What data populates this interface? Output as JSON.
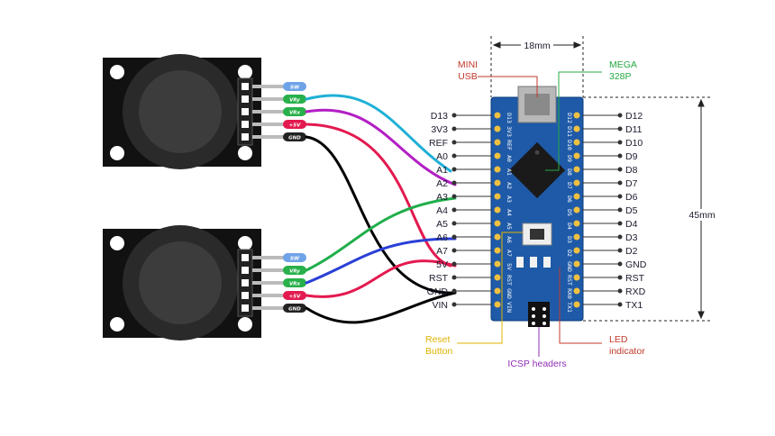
{
  "dimensions": {
    "width": "18mm",
    "height": "45mm"
  },
  "callouts": {
    "mini_usb": [
      "MINI",
      "USB"
    ],
    "mega": [
      "MEGA",
      "328P"
    ],
    "reset": [
      "Reset",
      "Button"
    ],
    "icsp": "ICSP headers",
    "led": [
      "LED",
      "indicator"
    ]
  },
  "left_pins": [
    "D13",
    "3V3",
    "REF",
    "A0",
    "A1",
    "A2",
    "A3",
    "A4",
    "A5",
    "A6",
    "A7",
    "5V",
    "RST",
    "GND",
    "VIN"
  ],
  "right_pins": [
    "D12",
    "D11",
    "D10",
    "D9",
    "D8",
    "D7",
    "D6",
    "D5",
    "D4",
    "D3",
    "D2",
    "GND",
    "RST",
    "RXD",
    "TX1"
  ],
  "joystick_pins": [
    "SW",
    "VRy",
    "VRx",
    "+5V",
    "GND"
  ],
  "board_silk": {
    "left": [
      "D13",
      "3V3",
      "REF",
      "A0",
      "A1",
      "A2",
      "A3",
      "A4",
      "A5",
      "A6",
      "A7",
      "5V",
      "RST",
      "GND",
      "VIN"
    ],
    "right": [
      "D12",
      "D11",
      "D10",
      "D9",
      "D8",
      "D7",
      "D6",
      "D5",
      "D4",
      "D3",
      "D2",
      "GND",
      "RST",
      "RX0",
      "TX1"
    ]
  },
  "colors": {
    "board": "#1e5aa8",
    "wire_cyan": "#1fb0d6",
    "wire_magenta": "#b21fc4",
    "wire_red": "#e3194f",
    "wire_green": "#1fae4a",
    "wire_blue": "#2a3fd6",
    "wire_black": "#000000",
    "callout_red": "#c0392b",
    "callout_green": "#27a844",
    "callout_yellow": "#e0b300",
    "callout_purple": "#8e2fb3"
  }
}
